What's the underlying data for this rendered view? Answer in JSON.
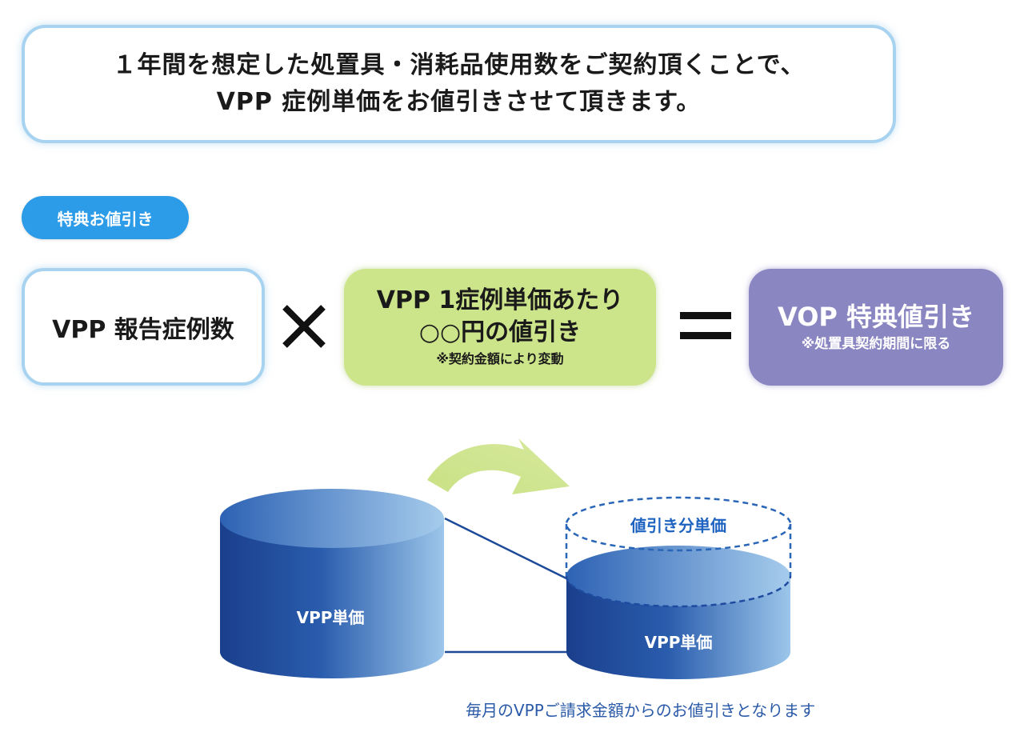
{
  "headline": {
    "line1": "１年間を想定した処置具・消耗品使用数をご契約頂くことで、",
    "line2": "VPP 症例単価をお値引きさせて頂きます。"
  },
  "badge": {
    "label": "特典お値引き"
  },
  "formula": {
    "cases_label": "VPP 報告症例数",
    "times_symbol": "×",
    "discount": {
      "line1": "VPP 1症例単価あたり",
      "line2": "○○円の値引き",
      "note": "※契約金額により変動"
    },
    "equals_symbol": "＝",
    "result": {
      "title": "VOP 特典値引き",
      "note": "※処置具契約期間に限る"
    }
  },
  "diagram": {
    "left_cylinder_label": "VPP単価",
    "right_cylinder_label": "VPP単価",
    "discount_portion_label": "値引き分単価",
    "colors": {
      "cylinder_dark": "#1e4f9c",
      "cylinder_light": "#8fbde6",
      "arrow": "#cbe38a",
      "dashed_outline": "#2a66b8"
    }
  },
  "footer": {
    "note": "毎月のVPPご請求金額からのお値引きとなります"
  }
}
